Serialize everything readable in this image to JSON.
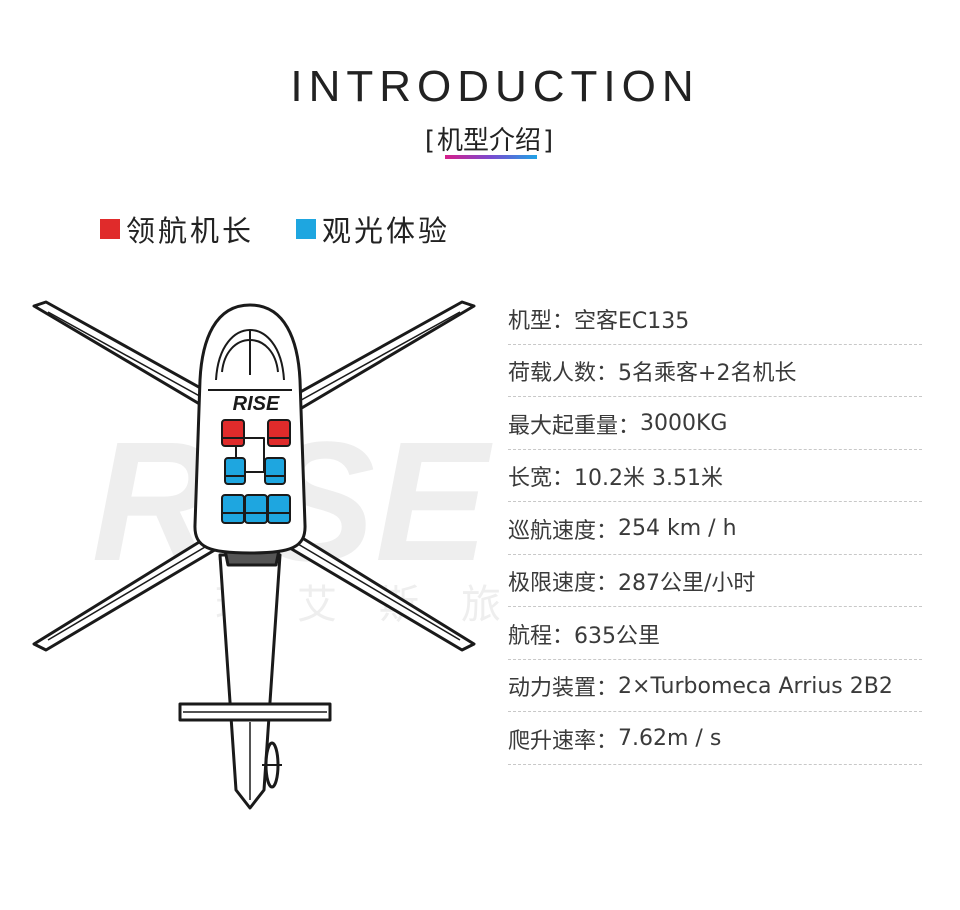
{
  "header": {
    "title": "INTRODUCTION",
    "subtitle_open": "[",
    "subtitle": "机型介绍",
    "subtitle_close": "]"
  },
  "legend": [
    {
      "label": "领航机长",
      "color": "#e02b2b"
    },
    {
      "label": "观光体验",
      "color": "#1ea6e0"
    }
  ],
  "image": {
    "logo_text": "RISE",
    "watermark_text": "瑞艾斯旅行"
  },
  "specs": [
    {
      "label": "机型：",
      "value": "空客EC135"
    },
    {
      "label": "荷载人数：",
      "value": "5名乘客+2名机长"
    },
    {
      "label": "最大起重量：",
      "value": "3000KG"
    },
    {
      "label": "长宽：",
      "value": "10.2米 3.51米"
    },
    {
      "label": "巡航速度：",
      "value": "254 km / h"
    },
    {
      "label": "极限速度：",
      "value": "287公里/小时"
    },
    {
      "label": "航程：",
      "value": "635公里"
    },
    {
      "label": "动力装置：",
      "value": "2×Turbomeca Arrius 2B2"
    },
    {
      "label": "爬升速率：",
      "value": "7.62m / s"
    }
  ]
}
